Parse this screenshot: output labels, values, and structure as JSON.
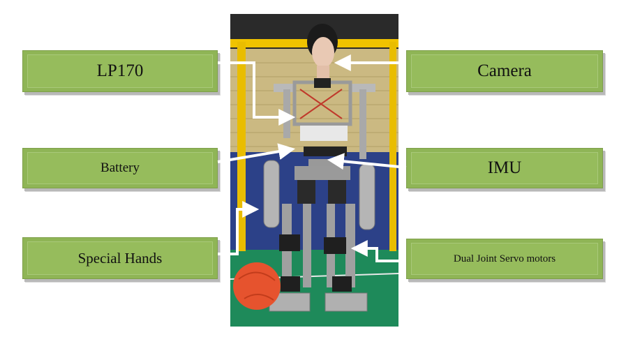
{
  "labels": {
    "lp170": "LP170",
    "camera": "Camera",
    "battery": "Battery",
    "imu": "IMU",
    "special_hands": "Special Hands",
    "dual_joint": "Dual Joint Servo motors"
  },
  "colors": {
    "label_fill": "#8fb556",
    "arrow": "#ffffff",
    "goal_post": "#f2c400",
    "wall_brick": "#c9b47a",
    "wall_blue": "#2b3f86",
    "floor": "#1f8a5c",
    "ball": "#e8552f"
  }
}
